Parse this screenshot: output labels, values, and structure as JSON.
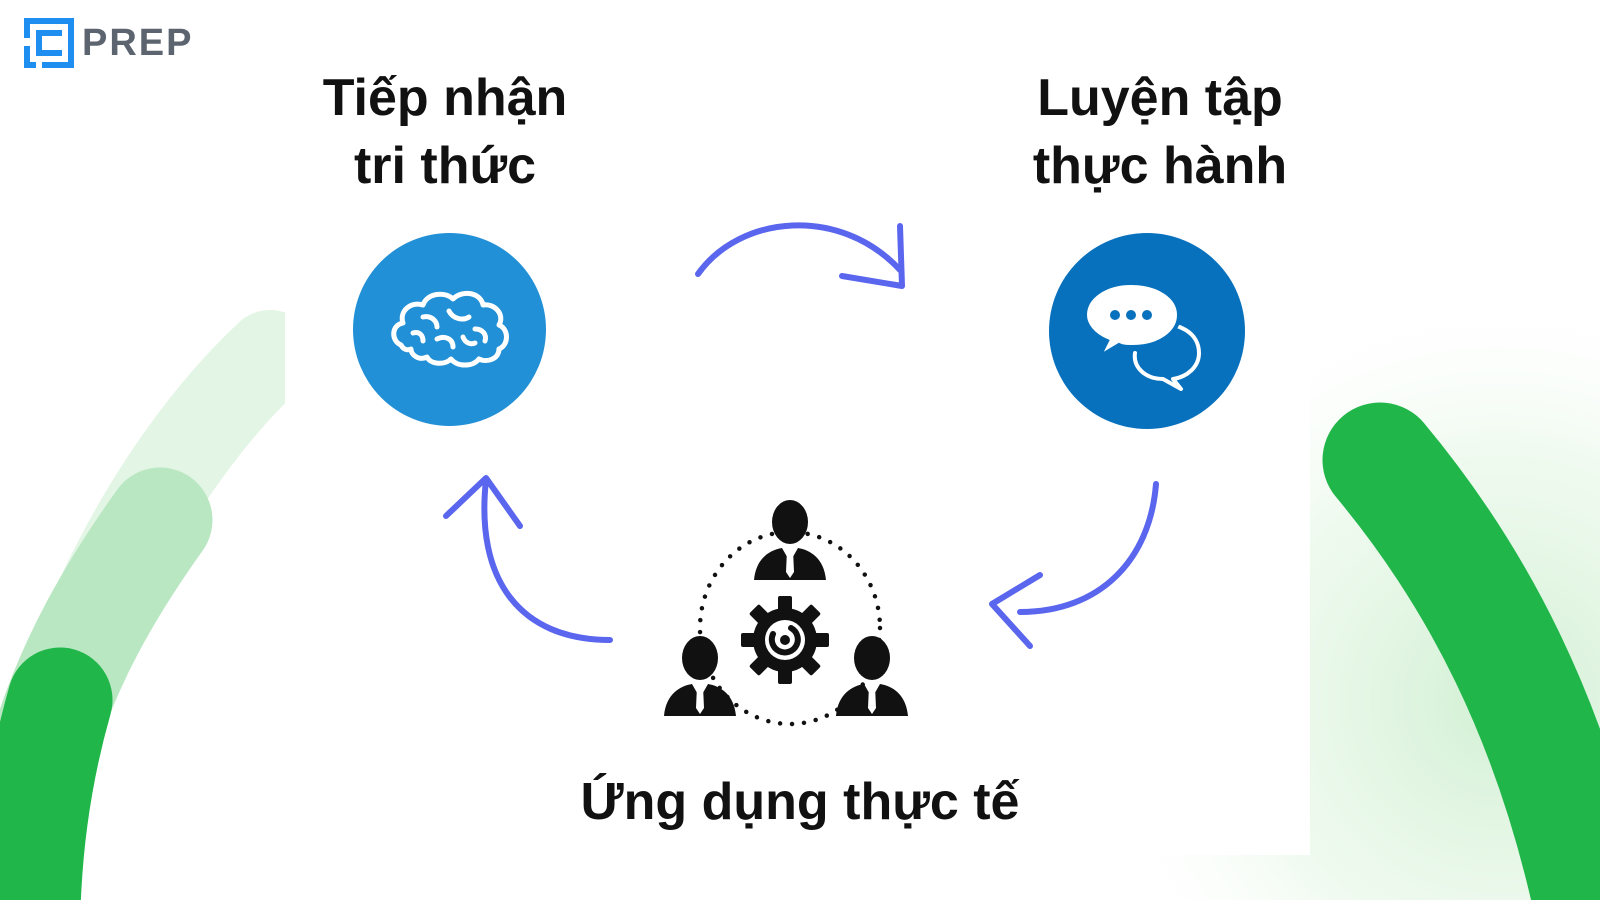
{
  "brand": {
    "name": "PREP",
    "logo_icon": "prep-logo-icon",
    "colors": {
      "blue": "#1f8ef1",
      "gray": "#5c6470"
    }
  },
  "diagram": {
    "colors": {
      "arrow": "#5a66ee",
      "brain_circle": "#2290d6",
      "chat_circle": "#0871bd",
      "decor_green": "#21b64a"
    },
    "nodes": [
      {
        "id": "knowledge",
        "title_lines": [
          "Tiếp nhận",
          "tri thức"
        ],
        "icon": "brain-icon"
      },
      {
        "id": "practice",
        "title_lines": [
          "Luyện tập",
          "thực hành"
        ],
        "icon": "chat-bubbles-icon"
      },
      {
        "id": "apply",
        "title_lines": [
          "Ứng dụng thực tế"
        ],
        "icon": "team-gear-icon"
      }
    ],
    "edges": [
      {
        "from": "knowledge",
        "to": "practice"
      },
      {
        "from": "practice",
        "to": "apply"
      },
      {
        "from": "apply",
        "to": "knowledge"
      }
    ]
  }
}
